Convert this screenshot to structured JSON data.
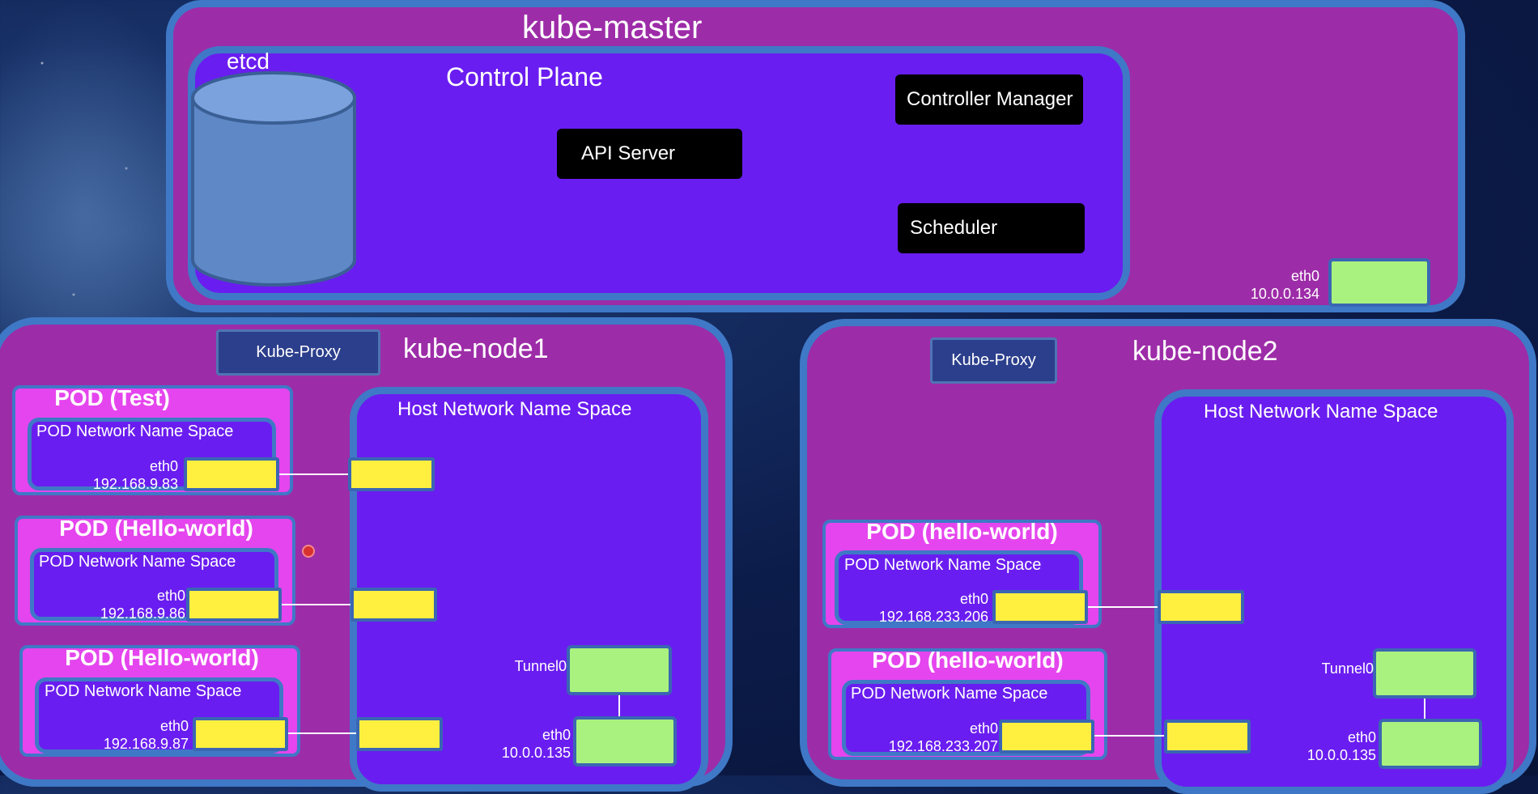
{
  "master": {
    "title": "kube-master",
    "etcd": "etcd",
    "control_plane": "Control Plane",
    "api_server": "API Server",
    "controller_manager": "Controller Manager",
    "scheduler": "Scheduler",
    "eth0": "eth0",
    "ip": "10.0.0.134"
  },
  "node1": {
    "title": "kube-node1",
    "kube_proxy": "Kube-Proxy",
    "host_ns": "Host Network Name Space",
    "tunnel": "Tunnel0",
    "eth0": "eth0",
    "ip": "10.0.0.135",
    "pods": [
      {
        "title": "POD (Test)",
        "ns": "POD Network Name Space",
        "eth": "eth0",
        "ip": "192.168.9.83"
      },
      {
        "title": "POD (Hello-world)",
        "ns": "POD Network Name Space",
        "eth": "eth0",
        "ip": "192.168.9.86"
      },
      {
        "title": "POD (Hello-world)",
        "ns": "POD Network Name Space",
        "eth": "eth0",
        "ip": "192.168.9.87"
      }
    ]
  },
  "node2": {
    "title": "kube-node2",
    "kube_proxy": "Kube-Proxy",
    "host_ns": "Host Network Name Space",
    "tunnel": "Tunnel0",
    "eth0": "eth0",
    "ip": "10.0.0.135",
    "pods": [
      {
        "title": "POD (hello-world)",
        "ns": "POD Network Name Space",
        "eth": "eth0",
        "ip": "192.168.233.206"
      },
      {
        "title": "POD (hello-world)",
        "ns": "POD Network Name Space",
        "eth": "eth0",
        "ip": "192.168.233.207"
      }
    ]
  },
  "colors": {
    "node_fill": "#9d2ca8",
    "namespace_fill": "#6a1df0",
    "border": "#3f78c6",
    "pod_fill": "#e545ee",
    "veth": "#fff040",
    "nic": "#aaf27f"
  }
}
